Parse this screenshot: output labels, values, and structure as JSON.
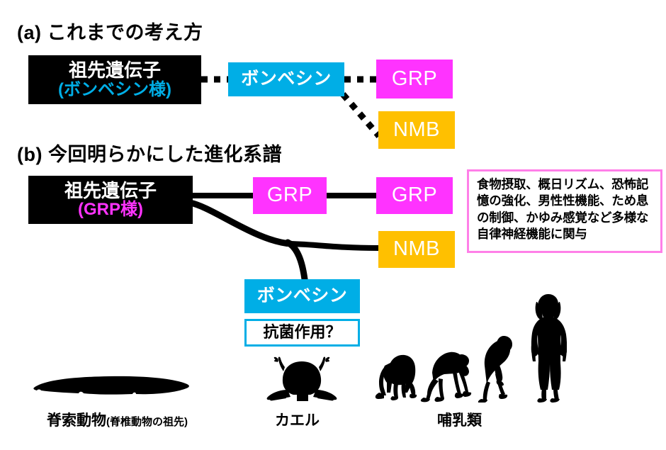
{
  "figure": {
    "title_a": "(a) これまでの考え方",
    "title_b": "(b) 今回明らかにした進化系譜"
  },
  "colors": {
    "cyan": "#00AEE6",
    "magenta": "#FF33FF",
    "yellow": "#FFC000",
    "black": "#000000",
    "note_border": "#FF7FE8",
    "white": "#FFFFFF"
  },
  "panel_a": {
    "ancestor": {
      "line1": "祖先遺伝子",
      "line2": "(ボンベシン様)"
    },
    "bombesin": "ボンベシン",
    "grp": "GRP",
    "nmb": "NMB"
  },
  "panel_b": {
    "ancestor": {
      "line1": "祖先遺伝子",
      "line2": "(GRP様)"
    },
    "grp_mid": "GRP",
    "grp_right": "GRP",
    "nmb": "NMB",
    "bombesin": "ボンベシン",
    "bombesin_function": "抗菌作用？",
    "note": "食物摂取、概日リズム、恐怖記憶の強化、男性性機能、ため息の制御、かゆみ感覚など多様な自律神経機能に関与"
  },
  "species": [
    {
      "icon": "lancelet-silhouette",
      "label_main": "脊索動物",
      "label_sub": "(脊椎動物の祖先)"
    },
    {
      "icon": "frog-silhouette",
      "label_main": "カエル",
      "label_sub": ""
    },
    {
      "icon": "human-evolution-silhouette",
      "label_main": "哺乳類",
      "label_sub": ""
    }
  ]
}
